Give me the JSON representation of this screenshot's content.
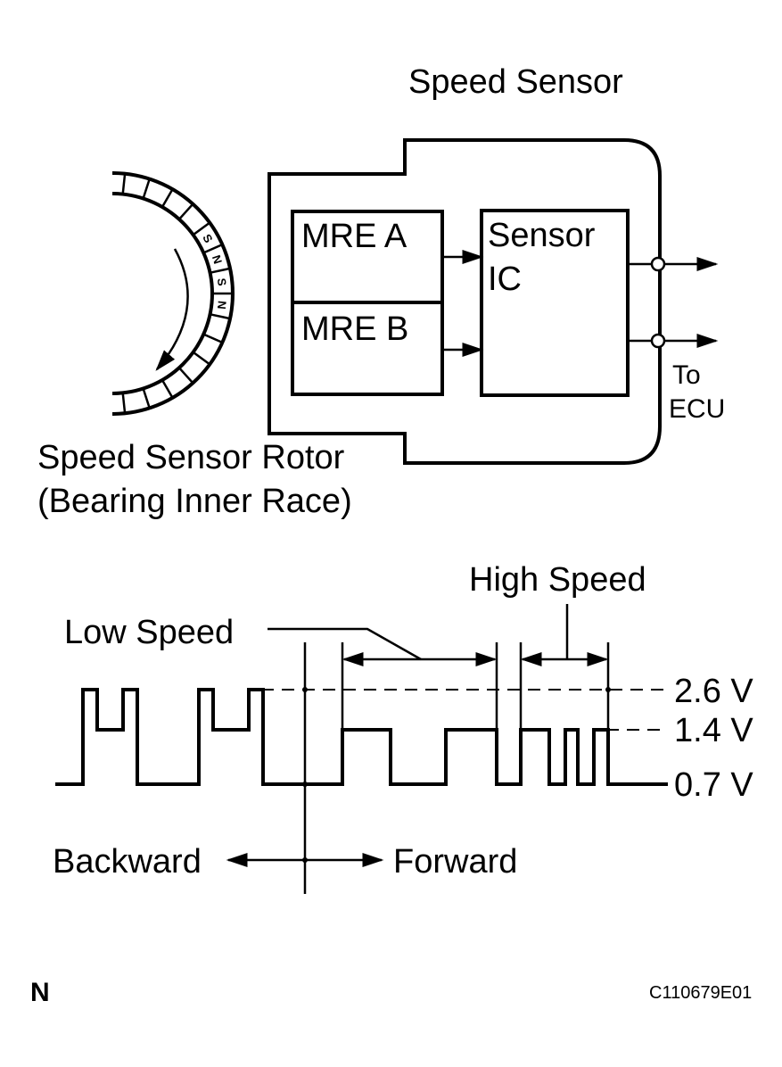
{
  "sensor": {
    "title": "Speed Sensor",
    "mre_a": "MRE A",
    "mre_b": "MRE B",
    "ic_line1": "Sensor",
    "ic_line2": "IC",
    "output_line1": "To",
    "output_line2": "ECU"
  },
  "rotor": {
    "label_line1": "Speed Sensor Rotor",
    "label_line2": "(Bearing Inner Race)",
    "magnets": [
      "S",
      "N",
      "S",
      "N"
    ]
  },
  "waveform": {
    "low_speed": "Low Speed",
    "high_speed": "High Speed",
    "levels": [
      "2.6 V",
      "1.4 V",
      "0.7 V"
    ],
    "backward": "Backward",
    "forward": "Forward"
  },
  "footer": {
    "orientation": "N",
    "figure_code": "C110679E01"
  }
}
